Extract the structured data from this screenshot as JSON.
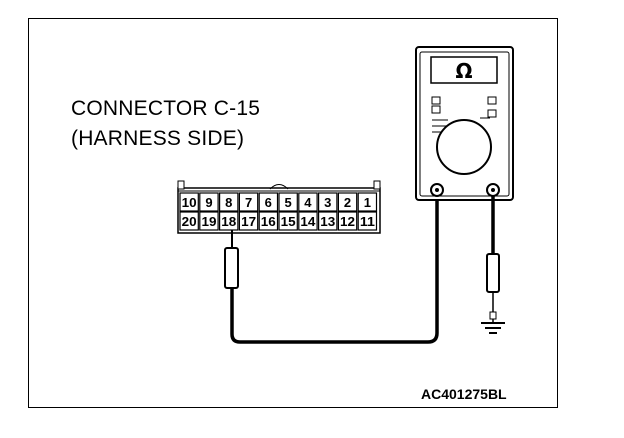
{
  "labels": {
    "connector_title": "CONNECTOR C-15",
    "connector_side": "(HARNESS SIDE)",
    "figure_code": "AC401275BL"
  },
  "meter": {
    "display_symbol": "Ω",
    "icons": [
      "ohm-symbol-icon",
      "ground-symbol-icon"
    ]
  },
  "connector": {
    "top_row": [
      "10",
      "9",
      "8",
      "7",
      "6",
      "5",
      "4",
      "3",
      "2",
      "1"
    ],
    "bottom_row": [
      "20",
      "19",
      "18",
      "17",
      "16",
      "15",
      "14",
      "13",
      "12",
      "11"
    ],
    "probed_pin": "18"
  },
  "colors": {
    "line": "#000000",
    "background": "#ffffff"
  }
}
